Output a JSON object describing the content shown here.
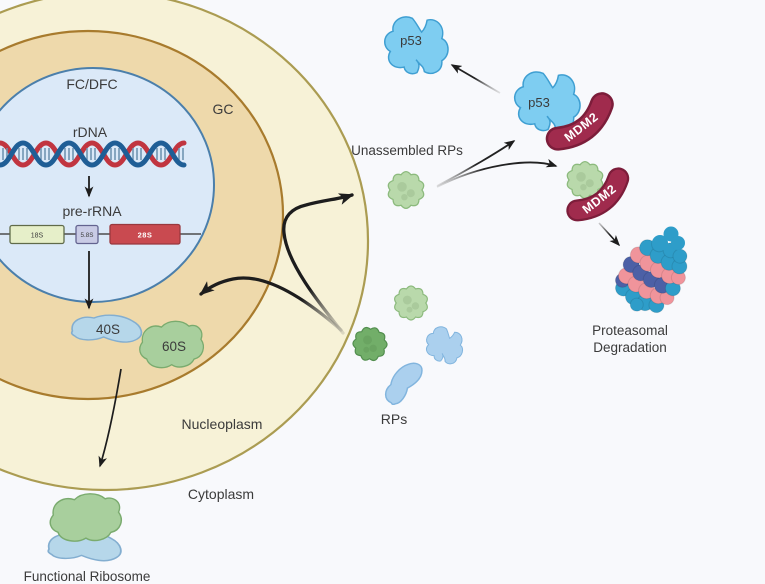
{
  "labels": {
    "fc_dfc": "FC/DFC",
    "gc": "GC",
    "rdna": "rDNA",
    "pre_rrna": "pre-rRNA",
    "nucleoplasm": "Nucleoplasm",
    "cytoplasm": "Cytoplasm",
    "s40": "40S",
    "s60": "60S",
    "functional_ribosome": "Functional Ribosome",
    "unassembled_rps": "Unassembled RPs",
    "rps": "RPs",
    "p53_free": "p53",
    "p53_bound": "p53",
    "mdm2_bound": "MDM2",
    "mdm2_free": "MDM2",
    "proteasomal_degradation_line1": "Proteasomal",
    "proteasomal_degradation_line2": "Degradation"
  },
  "pre_rrna_segments": [
    "18S",
    "5.8S",
    "28S"
  ],
  "colors": {
    "background": "#f8f9fc",
    "nucleoplasm_fill": "#f7f2d7",
    "nucleoplasm_border": "#ab9c52",
    "gc_fill": "#eed9ab",
    "gc_border": "#a87b2d",
    "fc_dfc_fill": "#dbe9f8",
    "fc_dfc_border": "#4b7fab",
    "dna_red": "#c13540",
    "dna_blue": "#1f5e96",
    "seg_18s_fill": "#e6efc9",
    "seg_5_8s_fill": "#c9cbe5",
    "seg_28s_fill": "#c94a50",
    "subunit_40s_fill": "#b6d7ea",
    "subunit_60s_fill": "#a8cf9d",
    "p53_fill": "#7ecdf1",
    "mdm2_fill": "#a02b4d",
    "rp_green_fill": "#b9d9ab",
    "rp_dark_green_fill": "#72ae69",
    "rp_blue_fill": "#abd0ee",
    "proteasome_blue": "#2e9dc9",
    "proteasome_pink": "#f0949b",
    "proteasome_indigo": "#4c60a6",
    "arrow": "#1d1d1d"
  }
}
